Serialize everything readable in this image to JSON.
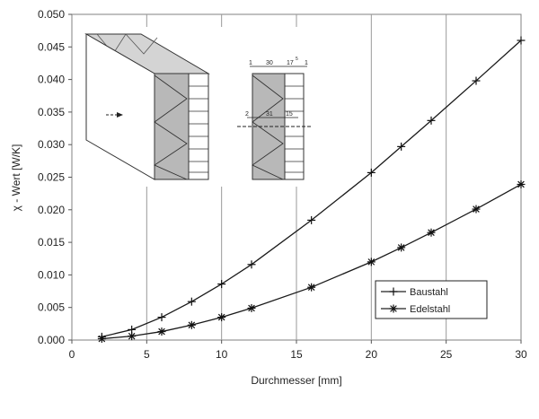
{
  "chart_data": {
    "type": "line",
    "xlabel": "Durchmesser [mm]",
    "ylabel": "χ - Wert [W/K]",
    "xlim": [
      0,
      30
    ],
    "ylim": [
      0,
      0.05
    ],
    "x_ticks": [
      "0",
      "5",
      "10",
      "15",
      "20",
      "25",
      "30"
    ],
    "y_ticks": [
      "0.000",
      "0.005",
      "0.010",
      "0.015",
      "0.020",
      "0.025",
      "0.030",
      "0.035",
      "0.040",
      "0.045",
      "0.050"
    ],
    "grid": "vertical",
    "legend_position": "bottom-right",
    "series": [
      {
        "name": "Baustahl",
        "marker": "plus",
        "x": [
          2,
          4,
          6,
          8,
          10,
          12,
          16,
          20,
          22,
          24,
          27,
          30
        ],
        "y": [
          0.0005,
          0.0016,
          0.0035,
          0.0059,
          0.0086,
          0.0116,
          0.0184,
          0.0257,
          0.0297,
          0.0337,
          0.0398,
          0.046
        ]
      },
      {
        "name": "Edelstahl",
        "marker": "asterisk",
        "x": [
          2,
          4,
          6,
          8,
          10,
          12,
          16,
          20,
          22,
          24,
          27,
          30
        ],
        "y": [
          0.0002,
          0.0006,
          0.0013,
          0.0023,
          0.0035,
          0.0049,
          0.0081,
          0.012,
          0.0142,
          0.0165,
          0.0201,
          0.0239
        ]
      }
    ],
    "annotations": {
      "inset_dims": [
        "1",
        "30",
        "17",
        "5",
        "1",
        "2",
        "31",
        "15"
      ]
    }
  }
}
